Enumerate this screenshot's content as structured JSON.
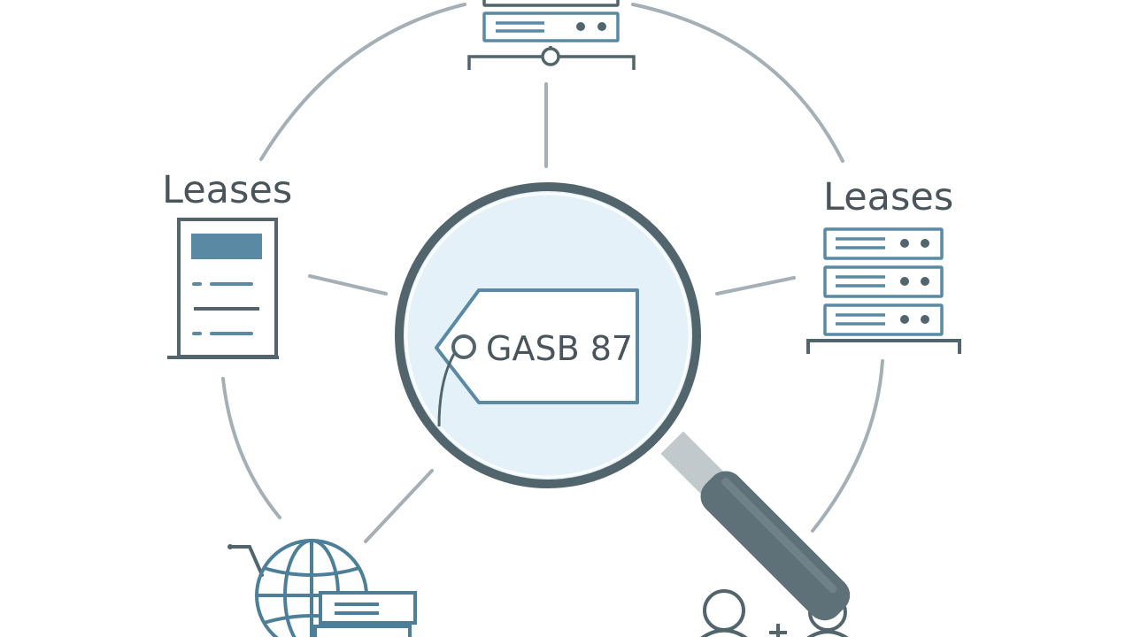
{
  "diagram": {
    "center_tag": "GASB 87",
    "left_label": "Leases",
    "right_label": "Leases"
  },
  "colors": {
    "stroke_dark": "#52656c",
    "icon_blue": "#5a8aa3",
    "line_gray": "#9aa7ae",
    "lens_fill": "#e4f1f9",
    "handle_dark": "#5f7178",
    "handle_light": "#c2c9cd"
  },
  "icons": [
    "server-rack-icon",
    "document-icon",
    "server-stack-icon",
    "globe-cart-icon",
    "users-icon",
    "magnifying-glass-icon",
    "price-tag-icon"
  ]
}
